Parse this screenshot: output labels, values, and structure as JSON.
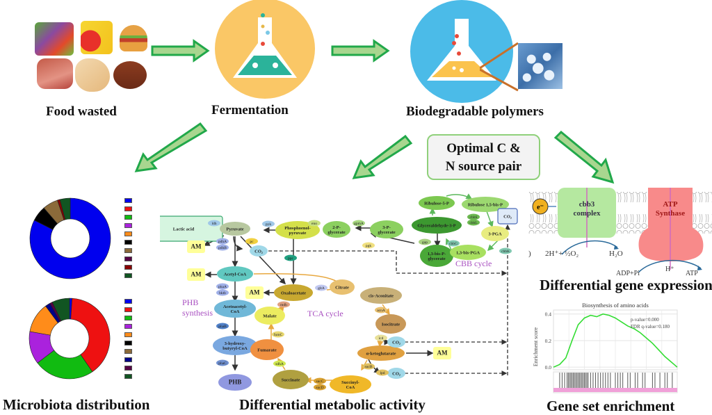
{
  "stages": {
    "food": {
      "label": "Food wasted",
      "icon": "food-collage-icon"
    },
    "fermentation": {
      "label": "Fermentation",
      "icon": "flask-icon",
      "circle_color": "#fac766",
      "liquid_color": "#2bb39a"
    },
    "polymers": {
      "label": "Biodegradable polymers",
      "icon": "flask-icon",
      "circle_color": "#4bbbe8",
      "liquid_color": "#fbc34d"
    }
  },
  "callout": {
    "line1": "Optimal C &",
    "line2": "N source pair"
  },
  "arrow_color": "#21a84a",
  "arrow_fill": "#a8d68f",
  "microbiota": {
    "label": "Microbiota distribution",
    "chart_data": [
      {
        "type": "pie",
        "title": "",
        "categories": [
          "blue",
          "red",
          "green",
          "purple",
          "orange",
          "black",
          "brown",
          "dark-purple",
          "dark-red",
          "dark-green"
        ],
        "colors": [
          "#0000ee",
          "#ee1111",
          "#11bb11",
          "#aa22dd",
          "#ff8c1a",
          "#000000",
          "#8b6a3a",
          "#550044",
          "#880000",
          "#115522"
        ],
        "values": [
          80,
          0,
          0,
          0,
          0,
          6,
          6,
          0,
          1,
          4
        ],
        "legend": "right"
      },
      {
        "type": "pie",
        "title": "",
        "categories": [
          "blue",
          "red",
          "green",
          "purple",
          "orange",
          "black",
          "brown",
          "navy",
          "dark-purple",
          "dark-green"
        ],
        "colors": [
          "#0000ee",
          "#ee1111",
          "#11bb11",
          "#aa22dd",
          "#ff8c1a",
          "#000000",
          "#8b6a3a",
          "#000088",
          "#550044",
          "#115522"
        ],
        "values": [
          1,
          39,
          24,
          13,
          12,
          0,
          0,
          2,
          1,
          7
        ],
        "legend": "right"
      }
    ]
  },
  "metabolic": {
    "label": "Differential metabolic activity",
    "labels": {
      "phb": "PHB\nsynthesis",
      "tca": "TCA cycle",
      "cbb": "CBB cycle"
    },
    "nodes": {
      "lactic": "Lactic acid",
      "pyruvate": "Pyruvate",
      "pep": "Phosphoenol-\npyruvate",
      "pg2": "2-P-\nglycerate",
      "pg3": "3-P-\nglycerate",
      "acetylcoa": "Acetyl-CoA",
      "acetoacetyl": "Acetoacetyl-\nCoA",
      "hydroxy": "3-hydroxy-\nbutyryl-CoA",
      "phb": "PHB",
      "oxaloacetate": "Oxaloacetate",
      "citrate": "Citrate",
      "cisaconitate": "cis-Aconitate",
      "isocitrate": "Isocitrate",
      "akg": "α-ketoglutarate",
      "succoa": "Succinyl-\nCoA",
      "succinate": "Succinate",
      "fumarate": "Fumarate",
      "malate": "Malate",
      "ribulose5p": "Ribulose-5-P",
      "ribulose15": "Ribulose 1,5-bis-P",
      "gap": "Glyceraldehyde-3-P",
      "bpg": "1,3-bis-P-\nglycerate",
      "bpga": "1,3-bis-PGA",
      "pga3": "3-PGA",
      "co2box": "CO₂",
      "co2a": "CO₂",
      "co2b": "CO₂",
      "co2c": "CO₂",
      "am1": "AM",
      "am2": "AM",
      "am3": "AM",
      "am4": "AM"
    },
    "enzymes": [
      "ldh",
      "pyk",
      "eno",
      "gpmA",
      "pgk",
      "pdhA",
      "pdhB",
      "pc",
      "ppc",
      "phaA",
      "bktb",
      "phaB",
      "phaC",
      "gltA",
      "acnA",
      "icd",
      "sucB",
      "lpd",
      "sucC",
      "sucD",
      "sdhA",
      "fumC",
      "mdh",
      "gap",
      "cbbG",
      "cbbK",
      "cbbS",
      "cbbL"
    ]
  },
  "gene_expression": {
    "label": "Differential gene expression",
    "complex1": "cbb3\ncomplex",
    "complex2": "ATP\nSynthase",
    "electron": "e⁻",
    "reaction1_left": "2H⁺+ ½O₂",
    "reaction1_right": "H₂O",
    "reaction2_left": "ADP+Pi",
    "reaction2_mid": "H⁺",
    "reaction2_right": "ATP"
  },
  "gsea": {
    "label": "Gene set enrichment",
    "chart_data": {
      "type": "line",
      "title": "Biosynthesis of amino acids",
      "xlabel": "",
      "ylabel": "Enrichment score",
      "yticks": [
        "0.0",
        "0.2",
        "0.4"
      ],
      "ylim": [
        -0.02,
        0.43
      ],
      "x": [
        0,
        0.05,
        0.1,
        0.15,
        0.2,
        0.25,
        0.3,
        0.35,
        0.4,
        0.45,
        0.5,
        0.55,
        0.6,
        0.65,
        0.7,
        0.75,
        0.8,
        0.85,
        0.9,
        0.95,
        1.0
      ],
      "values": [
        0.0,
        0.02,
        0.07,
        0.2,
        0.32,
        0.37,
        0.39,
        0.38,
        0.4,
        0.39,
        0.37,
        0.34,
        0.31,
        0.29,
        0.26,
        0.22,
        0.18,
        0.13,
        0.08,
        0.04,
        0.0
      ],
      "annotation1": "p-value=0.000",
      "annotation2": "FDR q-value=0.180",
      "hits": [
        0.05,
        0.07,
        0.09,
        0.11,
        0.12,
        0.13,
        0.14,
        0.15,
        0.16,
        0.17,
        0.18,
        0.19,
        0.2,
        0.21,
        0.22,
        0.23,
        0.24,
        0.25,
        0.26,
        0.27,
        0.28,
        0.3,
        0.32,
        0.34,
        0.36,
        0.38,
        0.4,
        0.42,
        0.44,
        0.46,
        0.5,
        0.52,
        0.54,
        0.56,
        0.6,
        0.62,
        0.66,
        0.68,
        0.72,
        0.74,
        0.8,
        0.82,
        0.86,
        0.9,
        0.92,
        0.96
      ],
      "line_color": "#33dd33"
    }
  }
}
